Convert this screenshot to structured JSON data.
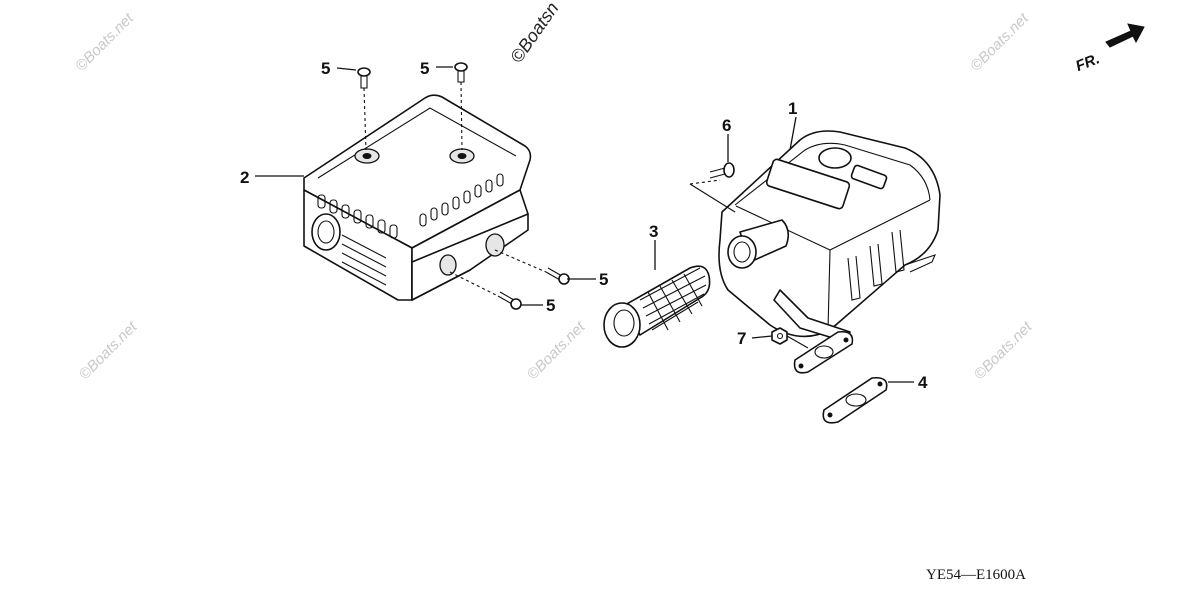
{
  "watermark": {
    "text": "©Boats.net",
    "corner_text": "©Boatsn"
  },
  "direction_indicator": {
    "label": "FR."
  },
  "callouts": {
    "muffler": "1",
    "muffler_protector": "2",
    "spark_arrester": "3",
    "gasket": "4",
    "screw_a": "5",
    "screw_b": "5",
    "screw_c": "5",
    "screw_d": "5",
    "bolt": "6",
    "nut": "7"
  },
  "diagram_code": "YE54—E1600A"
}
